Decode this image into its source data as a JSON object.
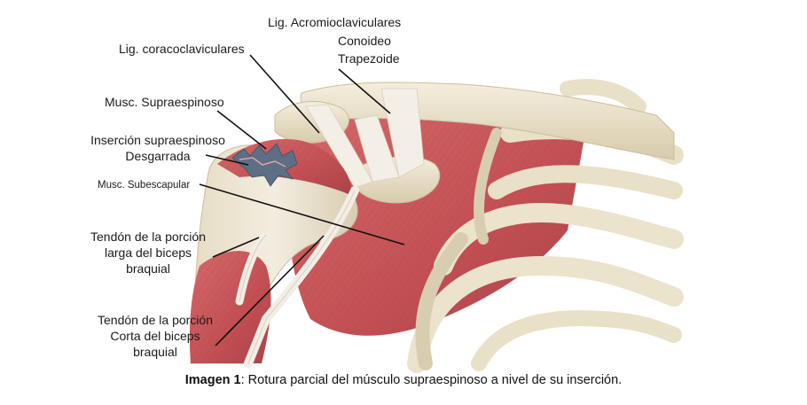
{
  "labels": {
    "acromioclavicular": "Lig. Acromioclaviculares",
    "conoideo": "Conoideo",
    "trapezoide": "Trapezoide",
    "coracoclavicular": "Lig. coracoclaviculares",
    "supraespinoso": "Musc. Supraespinoso",
    "insercion_line1": "Inserción supraespinoso",
    "insercion_line2": "Desgarrada",
    "subescapular": "Musc. Subescapular",
    "biceps_larga_line1": "Tendón de la porción",
    "biceps_larga_line2": "larga del biceps",
    "biceps_larga_line3": "braquial",
    "biceps_corta_line1": "Tendón de la porción",
    "biceps_corta_line2": "Corta del biceps",
    "biceps_corta_line3": "braquial"
  },
  "caption": {
    "prefix": "Imagen 1",
    "text": ": Rotura parcial del músculo supraespinoso a nivel de su inserción."
  },
  "colors": {
    "muscle": "#c9575a",
    "muscle_dark": "#a63c42",
    "bone": "#ece4cf",
    "bone_shade": "#d3c6a8",
    "tendon": "#f1ede4",
    "tear": "#5c6f86",
    "leader": "#111111"
  }
}
